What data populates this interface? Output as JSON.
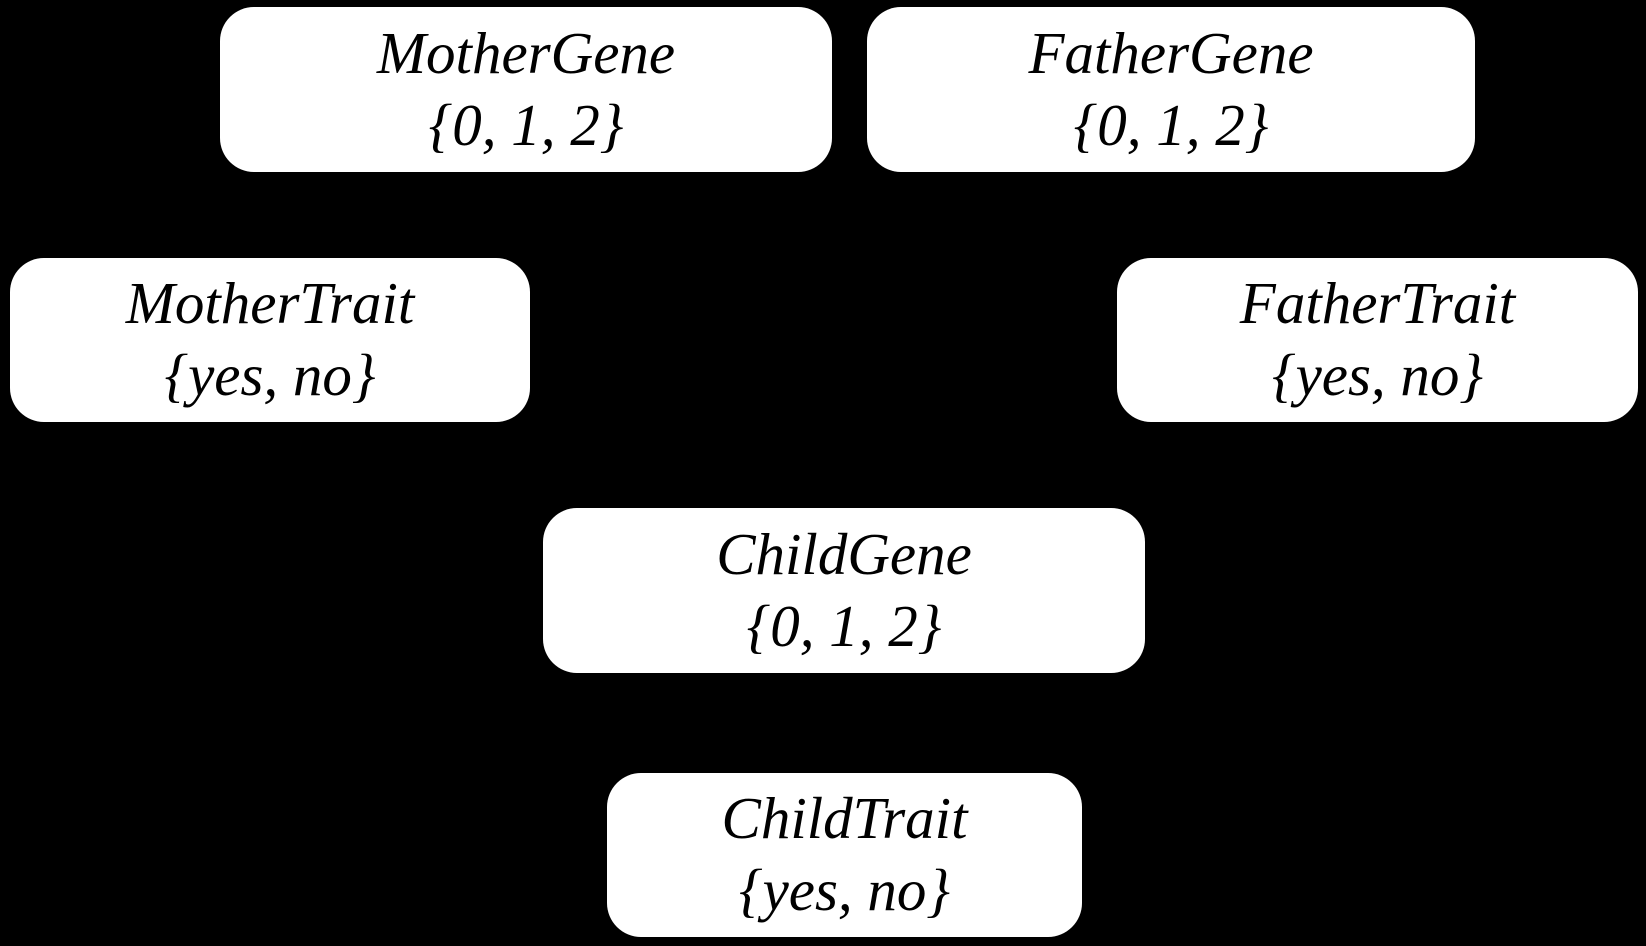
{
  "diagram": {
    "kind": "bayesian-network",
    "background_color": "#000000",
    "node_fill_color": "#ffffff",
    "node_text_color": "#000000"
  },
  "nodes": [
    {
      "id": "mother-gene",
      "name": "MotherGene",
      "domain": "{0, 1, 2}"
    },
    {
      "id": "father-gene",
      "name": "FatherGene",
      "domain": "{0, 1, 2}"
    },
    {
      "id": "mother-trait",
      "name": "MotherTrait",
      "domain": "{yes, no}"
    },
    {
      "id": "father-trait",
      "name": "FatherTrait",
      "domain": "{yes, no}"
    },
    {
      "id": "child-gene",
      "name": "ChildGene",
      "domain": "{0, 1, 2}"
    },
    {
      "id": "child-trait",
      "name": "ChildTrait",
      "domain": "{yes, no}"
    }
  ]
}
